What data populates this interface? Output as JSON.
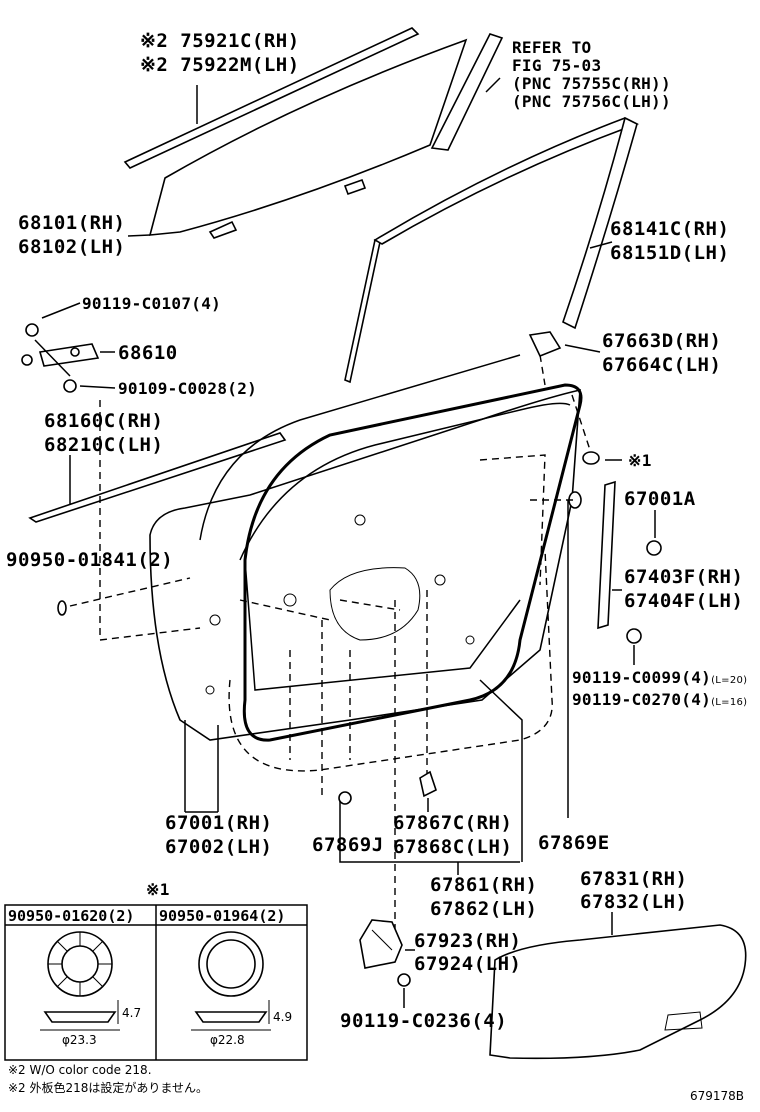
{
  "labels": {
    "belt_moulding_rh": "※2 75921C(RH)",
    "belt_moulding_lh": "※2 75922M(LH)",
    "refer_1": "REFER TO",
    "refer_2": "FIG 75-03",
    "refer_3": "(PNC 75755C(RH))",
    "refer_4": "(PNC 75756C(LH))",
    "glass_rh": "68101(RH)",
    "glass_lh": "68102(LH)",
    "run_rh": "68141C(RH)",
    "run_lh": "68151D(LH)",
    "bolt_90119_c0107": "90119-C0107(4)",
    "regulator": "68610",
    "screw_90109": "90109-C0028(2)",
    "weatherstrip_rh": "68160C(RH)",
    "weatherstrip_lh": "68210C(LH)",
    "cover_rh": "67663D(RH)",
    "cover_lh": "67664C(LH)",
    "ref_mark_1": "※1",
    "clip_67001a": "67001A",
    "sash_rh": "67403F(RH)",
    "sash_lh": "67404F(LH)",
    "plug_90950_01841": "90950-01841(2)",
    "bolt_c0099": "90119-C0099(4)",
    "bolt_c0099_note": "(L=20)",
    "bolt_c0270": "90119-C0270(4)",
    "bolt_c0270_note": "(L=16)",
    "panel_rh": "67001(RH)",
    "panel_lh": "67002(LH)",
    "clip_67869j": "67869J",
    "seal_rh": "67867C(RH)",
    "seal_lh": "67868C(LH)",
    "clip_67869e": "67869E",
    "ws_rh": "67861(RH)",
    "ws_lh": "67862(LH)",
    "trim_rh": "67831(RH)",
    "trim_lh": "67832(LH)",
    "bracket_rh": "67923(RH)",
    "bracket_lh": "67924(LH)",
    "bolt_c0236": "90119-C0236(4)",
    "inset_mark": "※1",
    "inset_left_title": "90950-01620(2)",
    "inset_right_title": "90950-01964(2)",
    "dim_left_h": "4.7",
    "dim_left_d": "φ23.3",
    "dim_right_h": "4.9",
    "dim_right_d": "φ22.8",
    "note_en": "※2 W/O color code 218.",
    "note_jp": "※2 外板色218は設定がありません。",
    "fig_code": "679178B"
  }
}
